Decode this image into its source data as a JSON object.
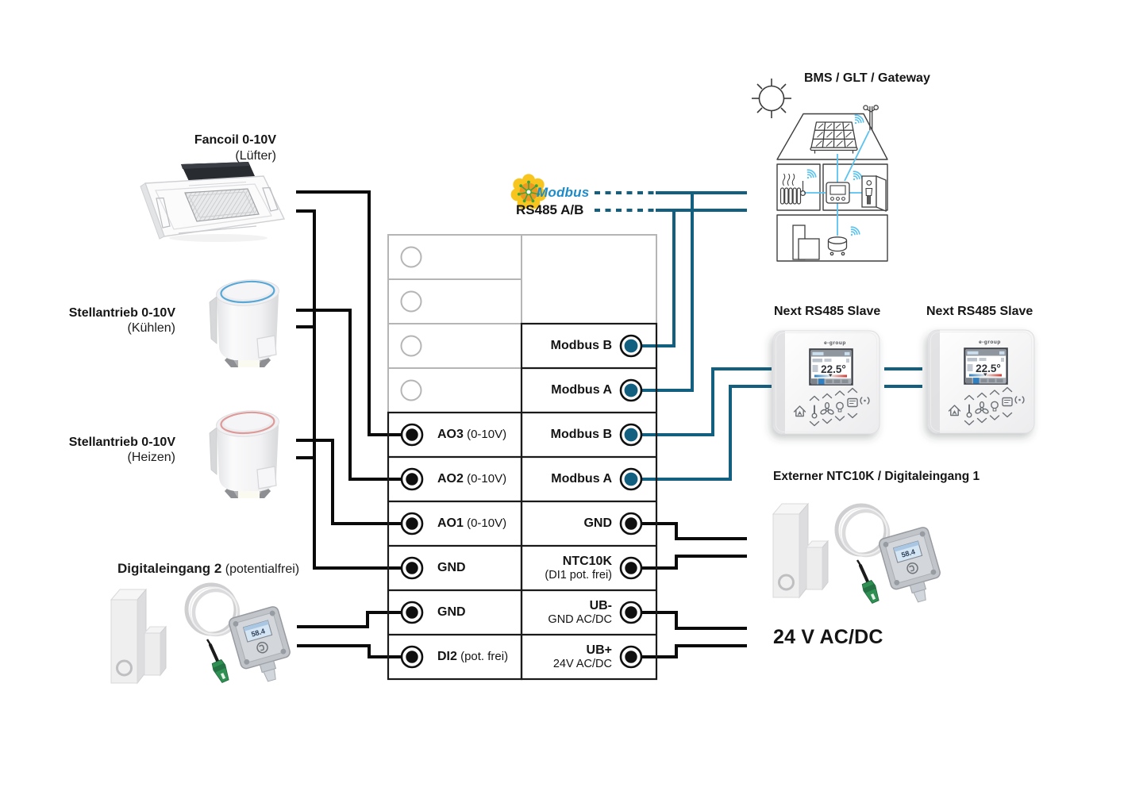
{
  "colors": {
    "bus_blue": "#135f80",
    "light_blue": "#59c2f0",
    "wire_black": "#0a0a0a",
    "table_dark": "#1a1a1a",
    "table_gray": "#b5b5b5",
    "modbus_yellow": "#f7c51e",
    "modbus_orange": "#ef9821",
    "modbus_green": "#3aa63a",
    "modbus_text_blue": "#1e8bca",
    "ring_cool": "#58a8d7",
    "ring_heat": "#dd9a98",
    "clip_green": "#2e9052",
    "lcd_blue": "#c3dcf2"
  },
  "labels": {
    "fancoil_title": "Fancoil 0-10V",
    "fancoil_sub": "(Lüfter)",
    "act_cool_title": "Stellantrieb 0-10V",
    "act_cool_sub": "(Kühlen)",
    "act_heat_title": "Stellantrieb 0-10V",
    "act_heat_sub": "(Heizen)",
    "di2_bold": "Digitaleingang 2",
    "di2_rest": " (potentialfrei)",
    "modbus_logo": "Modbus",
    "rs485": "RS485 A/B",
    "bms": "BMS / GLT / Gateway",
    "slave1": "Next RS485 Slave",
    "slave2": "Next RS485 Slave",
    "ntc_title": "Externer NTC10K / Digitaleingang 1",
    "power": "24 V AC/DC"
  },
  "terminal_block": {
    "left_rows": [
      {
        "bold": "AO3",
        "rest": " (0-10V)"
      },
      {
        "bold": "AO2",
        "rest": " (0-10V)"
      },
      {
        "bold": "AO1",
        "rest": " (0-10V)"
      },
      {
        "bold": "GND",
        "rest": ""
      },
      {
        "bold": "GND",
        "rest": ""
      },
      {
        "bold": "DI2",
        "rest": " (pot. frei)"
      }
    ],
    "right_rows": [
      {
        "line1": "Modbus B",
        "line2": ""
      },
      {
        "line1": "Modbus A",
        "line2": ""
      },
      {
        "line1": "Modbus B",
        "line2": ""
      },
      {
        "line1": "Modbus A",
        "line2": ""
      },
      {
        "line1": "GND",
        "line2": ""
      },
      {
        "line1": "NTC10K",
        "line2": "(DI1 pot. frei)"
      },
      {
        "line1": "UB-",
        "line2": "GND AC/DC"
      },
      {
        "line1": "UB+",
        "line2": "24V AC/DC"
      }
    ]
  },
  "thermostat": {
    "brand": "e-group",
    "temp": "22.5°"
  },
  "sensor_lcd": "58.4"
}
